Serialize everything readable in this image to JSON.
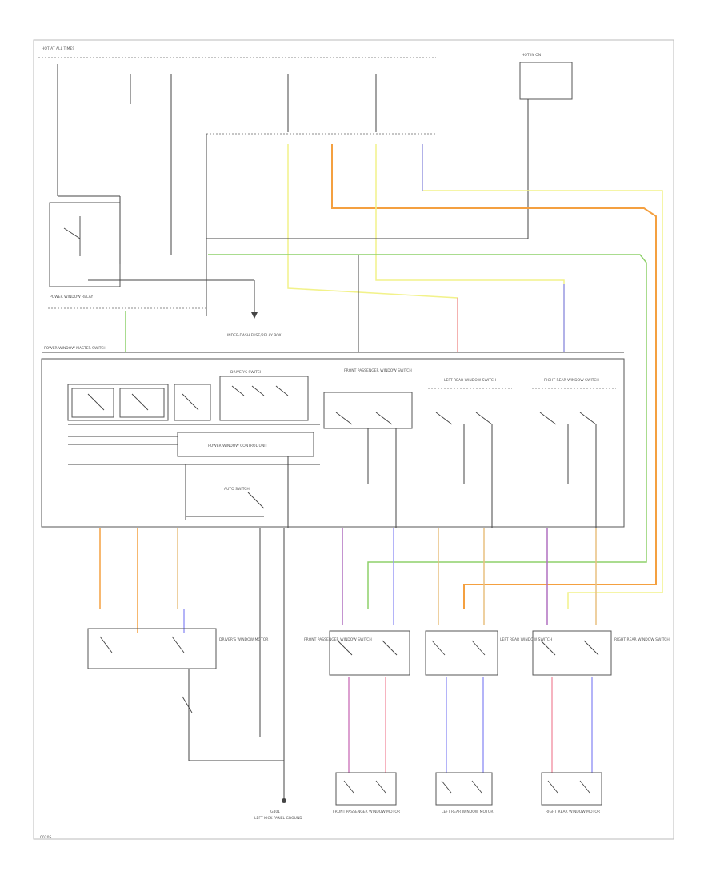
{
  "colors": {
    "wire_default": "#444444",
    "orange": "#f4a040",
    "yellow": "#f2f28a",
    "green": "#8ed16a",
    "pink": "#f29aaa",
    "blue": "#9a9af5",
    "purple": "#b070c0",
    "tan": "#e8c080"
  },
  "labels": {
    "hot_at_all_times": "HOT AT ALL TIMES",
    "fuse_top_right": "HOT IN ON",
    "relay_desc": "POWER WINDOW RELAY",
    "power_window_master_switch": "POWER WINDOW MASTER SWITCH",
    "power_window_control_unit": "POWER WINDOW CONTROL UNIT",
    "drivers_switch": "DRIVER'S SWITCH",
    "auto_switch": "AUTO SWITCH",
    "front_pass_window_switch": "FRONT PASSENGER WINDOW SWITCH",
    "left_rear_window_switch": "LEFT REAR WINDOW SWITCH",
    "right_rear_window_switch": "RIGHT REAR WINDOW SWITCH",
    "drivers_window_motor": "DRIVER'S WINDOW MOTOR",
    "front_pass_motor": "FRONT PASSENGER WINDOW MOTOR",
    "left_rear_motor": "LEFT REAR WINDOW MOTOR",
    "right_rear_motor": "RIGHT REAR WINDOW MOTOR",
    "ground_label": "G401",
    "ground_desc": "LEFT KICK PANEL GROUND",
    "fuse_box_desc": "UNDER-DASH FUSE/RELAY BOX",
    "footer": "0020S"
  }
}
